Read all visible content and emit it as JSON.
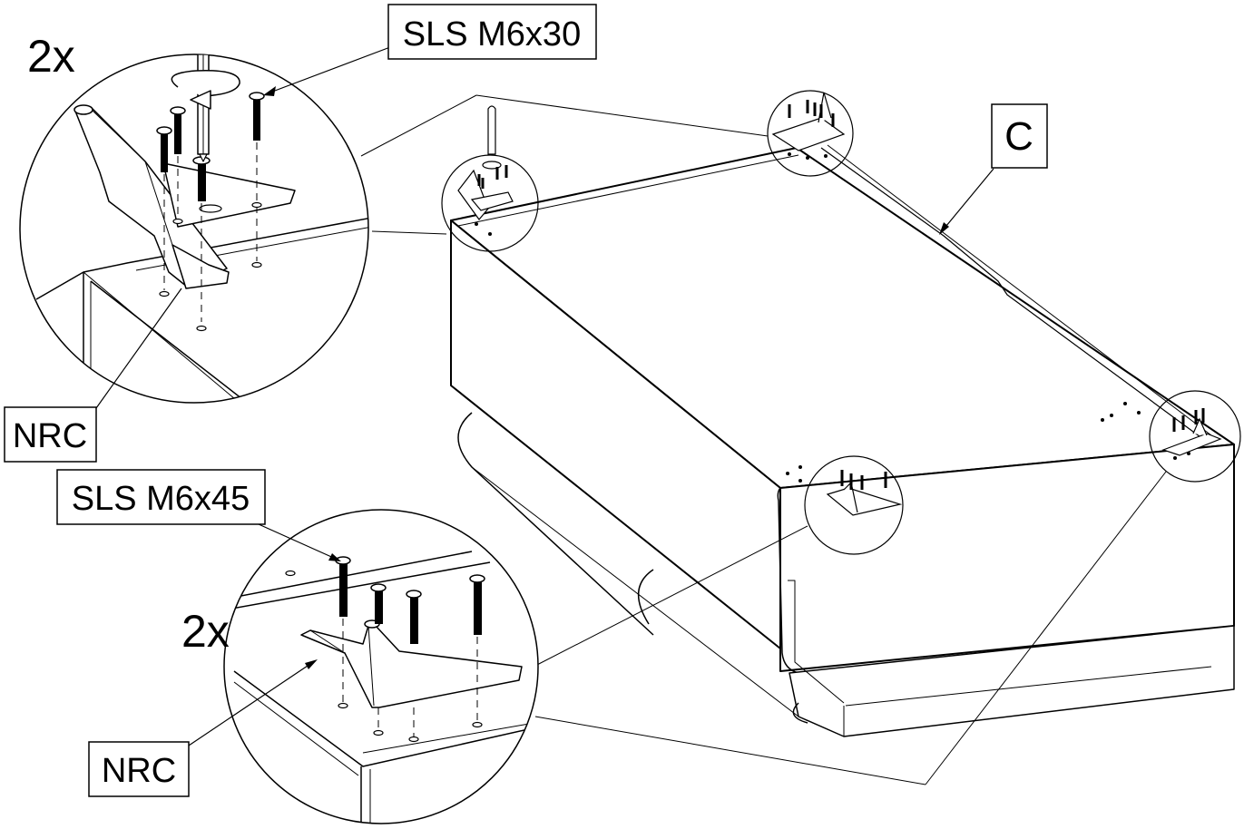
{
  "labels": {
    "screw_upper": "SLS M6x30",
    "screw_lower": "SLS M6x45",
    "qty_upper": "2x",
    "qty_lower": "2x",
    "leg_upper": "NRC",
    "leg_lower": "NRC",
    "panel": "C"
  },
  "colors": {
    "ink": "#000000",
    "paper": "#ffffff"
  }
}
